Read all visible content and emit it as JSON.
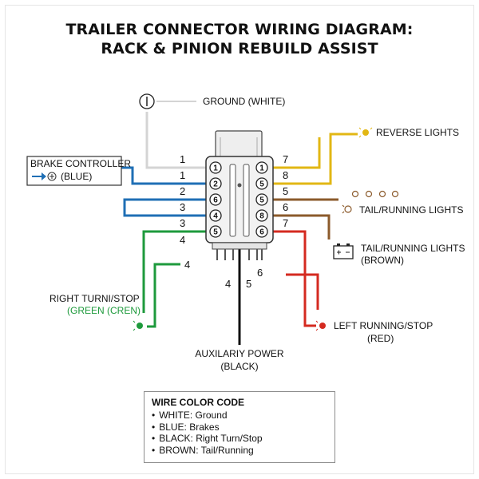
{
  "title": {
    "line1": "TRAILER CONNECTOR WIRING DIAGRAM:",
    "line2": "RACK & PINION REBUILD ASSIST"
  },
  "labels": {
    "ground": "GROUND (WHITE)",
    "brake_controller": "BRAKE CONTROLLER",
    "brake_controller_color": "(BLUE)",
    "reverse_lights": "REVERSE LIGHTS",
    "tail_running_1": "TAIL/RUNNING LIGHTS",
    "tail_running_2": "TAIL/RUNNING LIGHTS",
    "tail_running_2_color": "(BROWN)",
    "right_turn": "RIGHT TURNI/STOP",
    "right_turn_color": "(GREEN (CREN)",
    "left_running": "LEFT RUNNING/STOP",
    "left_running_color": "(RED)",
    "aux_power": "AUXILARIY POWER",
    "aux_power_color": "(BLACK)"
  },
  "wire_numbers_left": [
    "1",
    "1",
    "2",
    "3",
    "3",
    "4",
    "4"
  ],
  "wire_numbers_right": [
    "7",
    "8",
    "5",
    "6",
    "7"
  ],
  "wire_numbers_bottom": [
    "4",
    "5",
    "6"
  ],
  "connector": {
    "left_pins": [
      "1",
      "2",
      "6",
      "4",
      "5"
    ],
    "right_pins": [
      "1",
      "5",
      "5",
      "8",
      "6"
    ]
  },
  "legend": {
    "title": "WIRE COLOR CODE",
    "items": [
      "WHITE: Ground",
      "BLUE: Brakes",
      "BLACK: Right Turn/Stop",
      "BROWN: Tail/Running"
    ]
  },
  "colors": {
    "white_wire": "#d4d4d4",
    "blue_wire": "#1f6fb5",
    "green_wire": "#1e9a3c",
    "yellow_wire": "#e2b714",
    "brown_wire": "#8b5a2b",
    "red_wire": "#d42a20",
    "black_wire": "#111111"
  }
}
